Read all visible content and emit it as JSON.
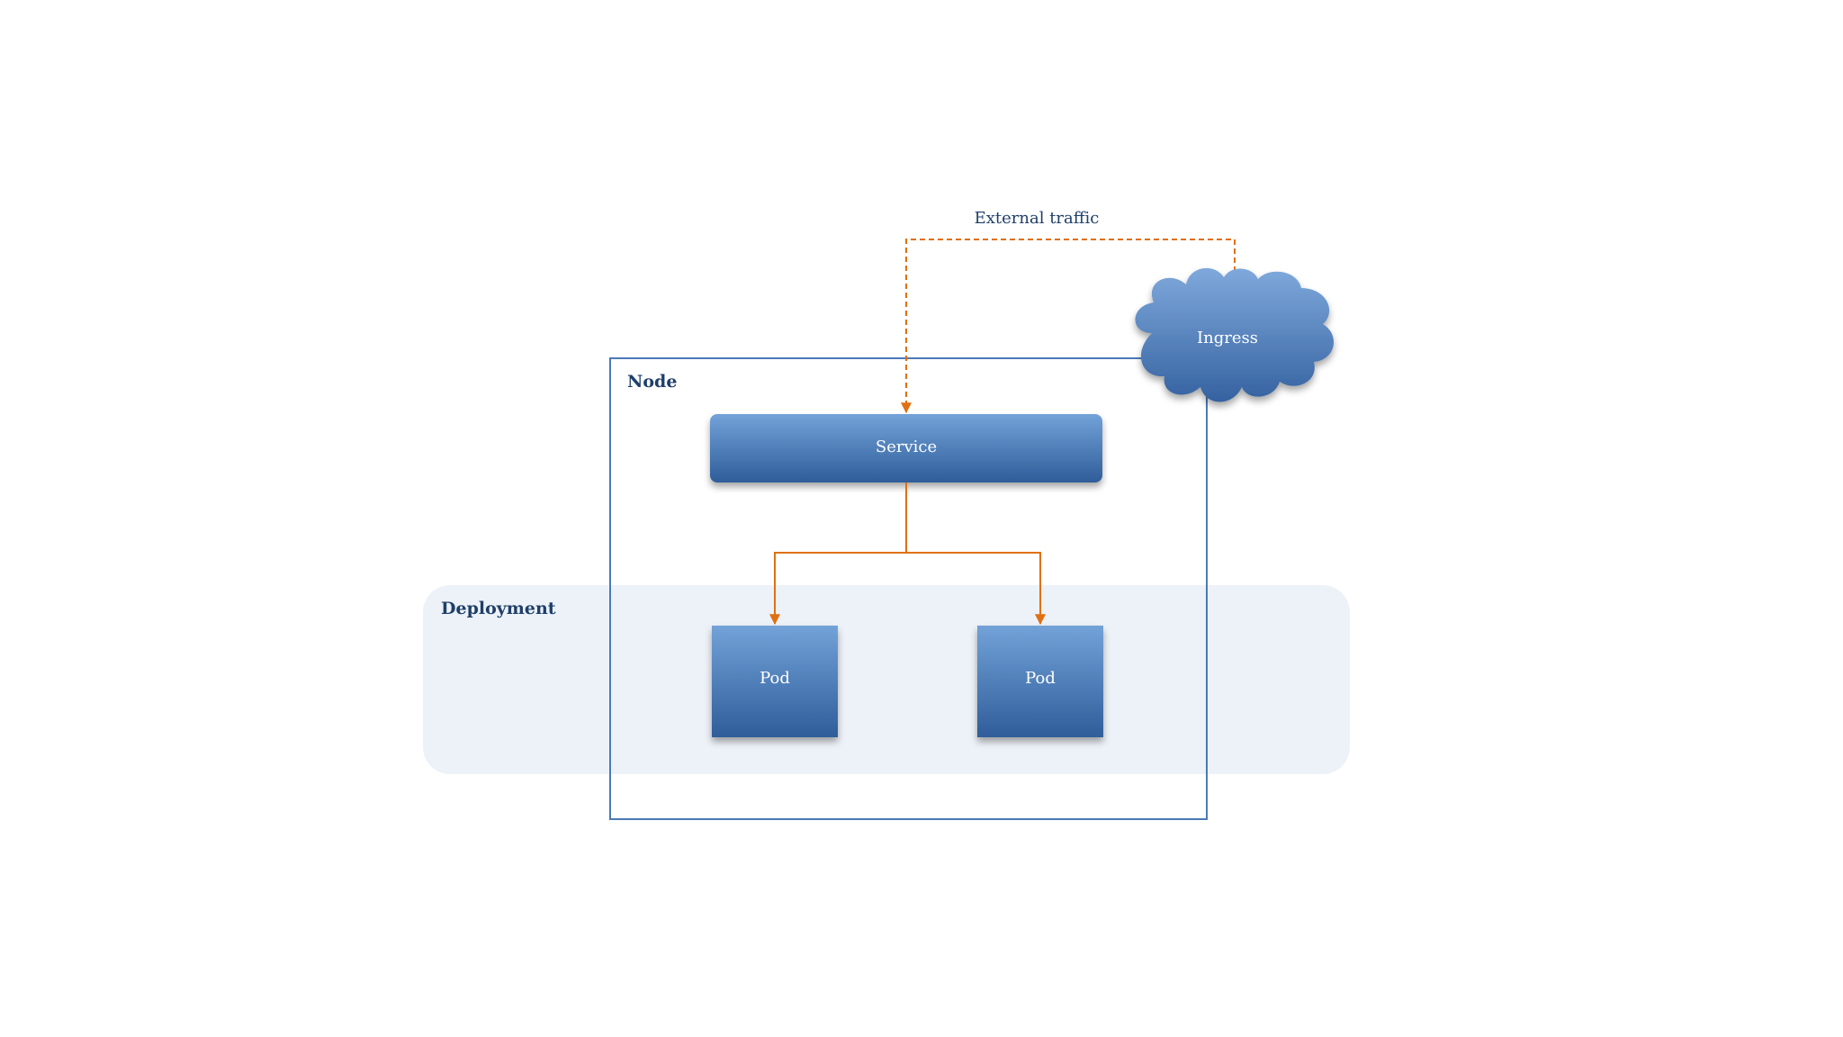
{
  "diagram": {
    "external_label": "External traffic",
    "node_label": "Node",
    "deployment_label": "Deployment",
    "ingress_label": "Ingress",
    "service_label": "Service",
    "pods": [
      {
        "label": "Pod"
      },
      {
        "label": "Pod"
      }
    ]
  },
  "colors": {
    "accent_arrow": "#e07010",
    "node_border": "#4a7ab8",
    "label_text": "#1f3f6a",
    "box_top": "#6f9fd6",
    "box_bottom": "#2f5f9d",
    "deployment_fill": "#edf2f8"
  }
}
